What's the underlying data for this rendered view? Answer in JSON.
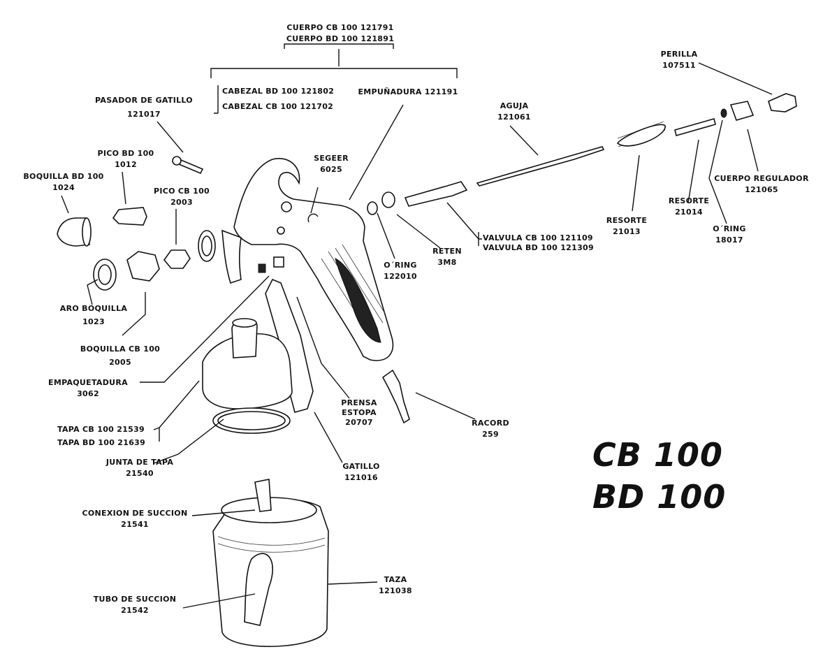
{
  "title": {
    "line1": "CB 100",
    "line2": "BD 100"
  },
  "labels": {
    "cuerpo": {
      "line1": "CUERPO CB 100  121791",
      "line2": "CUERPO BD 100  121891"
    },
    "cabezal": {
      "line1": "CABEZAL   BD 100  121802",
      "line2": "CABEZAL  CB 100  121702"
    },
    "empunadura": {
      "line1": "EMPUÑADURA  121191"
    },
    "pasador": {
      "line1": "PASADOR DE GATILLO",
      "line2": "121017"
    },
    "pico_bd": {
      "line1": "PICO BD 100",
      "line2": "1012"
    },
    "boquilla_bd": {
      "line1": "BOQUILLA BD 100",
      "line2": "1024"
    },
    "pico_cb": {
      "line1": "PICO CB 100",
      "line2": "2003"
    },
    "segeer": {
      "line1": "SEGEER",
      "line2": "6025"
    },
    "aguja": {
      "line1": "AGUJA",
      "line2": "121061"
    },
    "perilla": {
      "line1": "PERILLA",
      "line2": "107511"
    },
    "cuerpo_regulador": {
      "line1": "CUERPO REGULADOR",
      "line2": "121065"
    },
    "resorte_21014": {
      "line1": "RESORTE",
      "line2": "21014"
    },
    "resorte_21013": {
      "line1": "RESORTE",
      "line2": "21013"
    },
    "oring_18017": {
      "line1": "O´RING",
      "line2": "18017"
    },
    "valvula": {
      "line1": "VALVULA CB 100  121109",
      "line2": "VALVULA BD 100  121309"
    },
    "reten": {
      "line1": "RETEN",
      "line2": "3M8"
    },
    "oring_122010": {
      "line1": "O´RING",
      "line2": "122010"
    },
    "aro_boquilla": {
      "line1": "ARO BOQUILLA",
      "line2": "1023"
    },
    "boquilla_cb": {
      "line1": "BOQUILLA CB 100",
      "line2": "2005"
    },
    "empaquetadura": {
      "line1": "EMPAQUETADURA",
      "line2": "3062"
    },
    "tapa": {
      "line1": "TAPA CB 100  21539",
      "line2": "TAPA  BD 100  21639"
    },
    "junta_tapa": {
      "line1": "JUNTA DE TAPA",
      "line2": "21540"
    },
    "prensa_estopa": {
      "line1": "PRENSA",
      "line2": "ESTOPA",
      "line3": "20707"
    },
    "racord": {
      "line1": "RACORD",
      "line2": "259"
    },
    "gatillo": {
      "line1": "GATILLO",
      "line2": "121016"
    },
    "conexion_succion": {
      "line1": "CONEXION DE SUCCION",
      "line2": "21541"
    },
    "taza": {
      "line1": "TAZA",
      "line2": "121038"
    },
    "tubo_succion": {
      "line1": "TUBO DE SUCCION",
      "line2": "21542"
    }
  }
}
